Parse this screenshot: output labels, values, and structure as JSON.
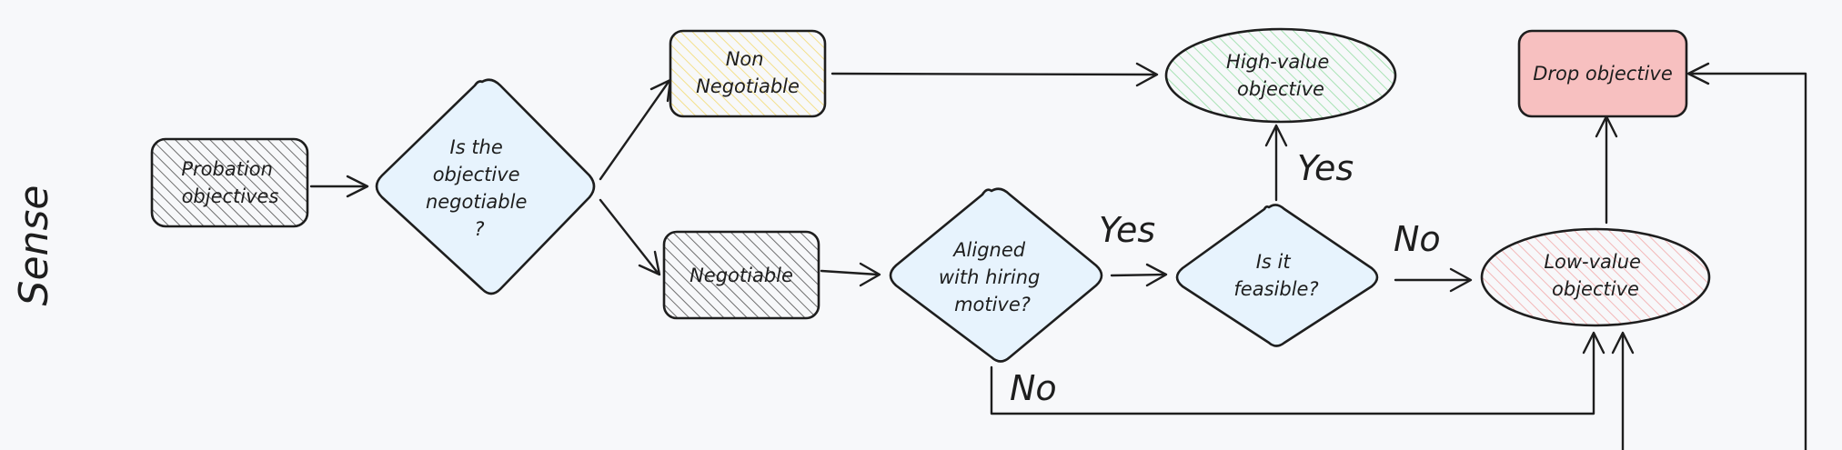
{
  "side_label": "Sense",
  "colors": {
    "background": "#f7f8fa",
    "stroke": "#1e1e1e",
    "blue_fill": "#e7f3fd",
    "yellow_hatch": "#f4e08a",
    "green_hatch": "#a8e2b4",
    "red_hatch": "#f3b8b8",
    "gray_hatch": "#6e6e6e",
    "drop_fill": "#f7c0c0"
  },
  "nodes": {
    "probation": {
      "lines": [
        "Probation",
        "objectives"
      ]
    },
    "negotiable_q": {
      "lines": [
        "Is the",
        "objective",
        "negotiable",
        "?"
      ]
    },
    "non_negotiable": {
      "lines": [
        "Non",
        "Negotiable"
      ]
    },
    "negotiable": {
      "lines": [
        "Negotiable"
      ]
    },
    "aligned": {
      "lines": [
        "Aligned",
        "with hiring",
        "motive?"
      ]
    },
    "feasible": {
      "lines": [
        "Is it",
        "feasible?"
      ]
    },
    "high_value": {
      "lines": [
        "High-value",
        "objective"
      ]
    },
    "low_value": {
      "lines": [
        "Low-value",
        "objective"
      ]
    },
    "drop": {
      "lines": [
        "Drop objective"
      ]
    }
  },
  "edge_labels": {
    "aligned_yes": "Yes",
    "aligned_no": "No",
    "feasible_yes": "Yes",
    "feasible_no": "No"
  }
}
